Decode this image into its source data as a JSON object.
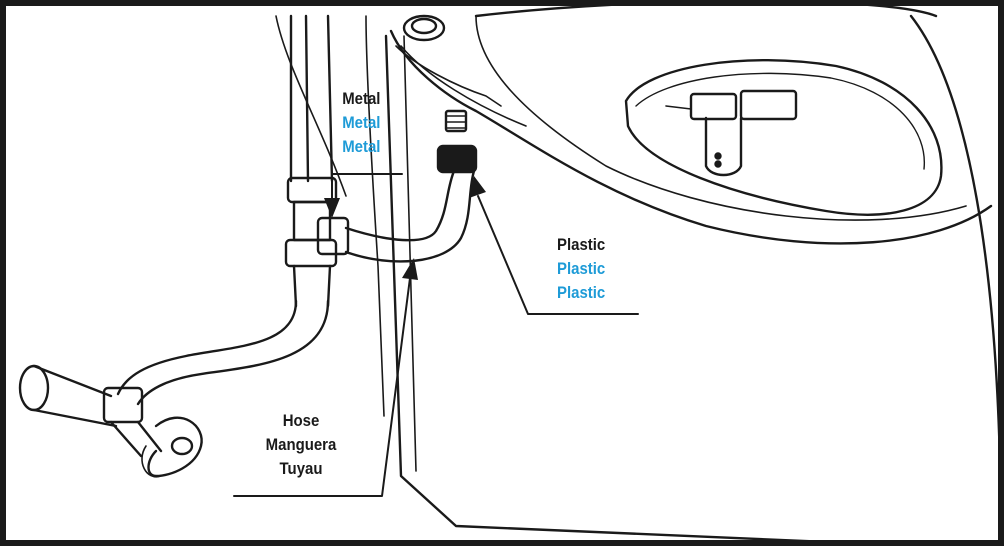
{
  "colors": {
    "primary": "#1a1a1a",
    "accent": "#1e9bd7",
    "line": "#1a1a1a",
    "background": "#ffffff"
  },
  "labels": {
    "metal": {
      "en": "Metal",
      "es": "Metal",
      "fr": "Metal"
    },
    "plastic": {
      "en": "Plastic",
      "es": "Plastic",
      "fr": "Plastic"
    },
    "hose": {
      "en": "Hose",
      "es": "Manguera",
      "fr": "Tuyau"
    }
  }
}
